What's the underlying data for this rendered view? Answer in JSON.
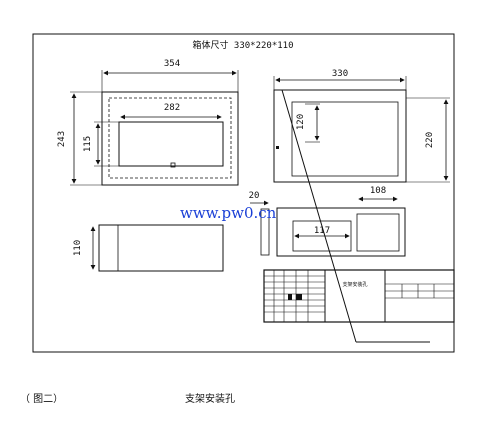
{
  "drawing": {
    "title": "箱体尺寸 330*220*110",
    "front_view": {
      "outer_width": "354",
      "inner_width": "282",
      "outer_height": "243",
      "inner_height": "115"
    },
    "top_right_view": {
      "width": "330",
      "inner_height": "120",
      "outer_height": "220"
    },
    "side_view": {
      "height": "110"
    },
    "panel_view": {
      "gap": "20",
      "right_width": "108",
      "left_width": "117"
    },
    "title_block": {
      "label": "支架安装孔"
    },
    "watermark": "www.pw0.cn"
  },
  "captions": {
    "figure_label": "（ 图二）",
    "figure_title": "支架安装孔"
  },
  "colors": {
    "line": "#111111",
    "watermark": "#1a3fd6"
  }
}
